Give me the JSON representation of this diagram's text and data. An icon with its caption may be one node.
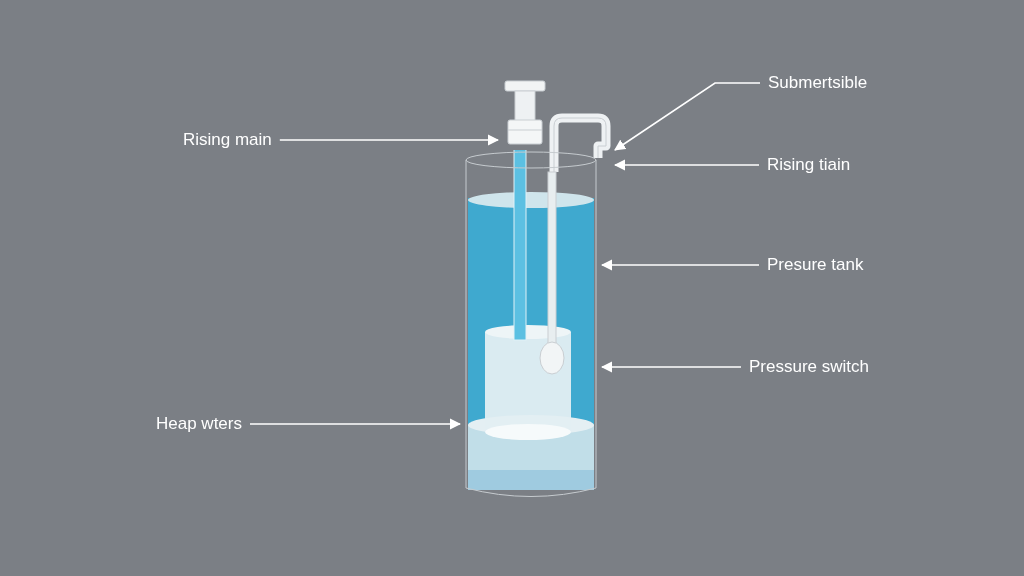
{
  "diagram": {
    "nodes": [
      {
        "text": [
          "Rising main"
        ]
      },
      {
        "text": [
          "Submertsible"
        ]
      },
      {
        "text": [
          "Rising tiain"
        ]
      },
      {
        "text": [
          "Presure tank"
        ]
      },
      {
        "text": [
          "Pressure switch"
        ]
      },
      {
        "text": [
          "Heap wters"
        ]
      },
      {
        "text": [],
        "shape": "pipe"
      },
      {
        "text": [],
        "shape": "pipe"
      },
      {
        "text": [],
        "shape": "cylinder"
      }
    ],
    "edges": [
      {
        "from": 0,
        "to": 6,
        "arrow": "to"
      },
      {
        "from": 1,
        "to": 7,
        "arrow": "to"
      },
      {
        "from": 2,
        "to": 7,
        "arrow": "to"
      },
      {
        "from": 3,
        "to": 8,
        "arrow": "to"
      },
      {
        "from": 4,
        "to": 8,
        "arrow": "to"
      },
      {
        "from": 5,
        "to": 8,
        "arrow": "to"
      }
    ]
  }
}
